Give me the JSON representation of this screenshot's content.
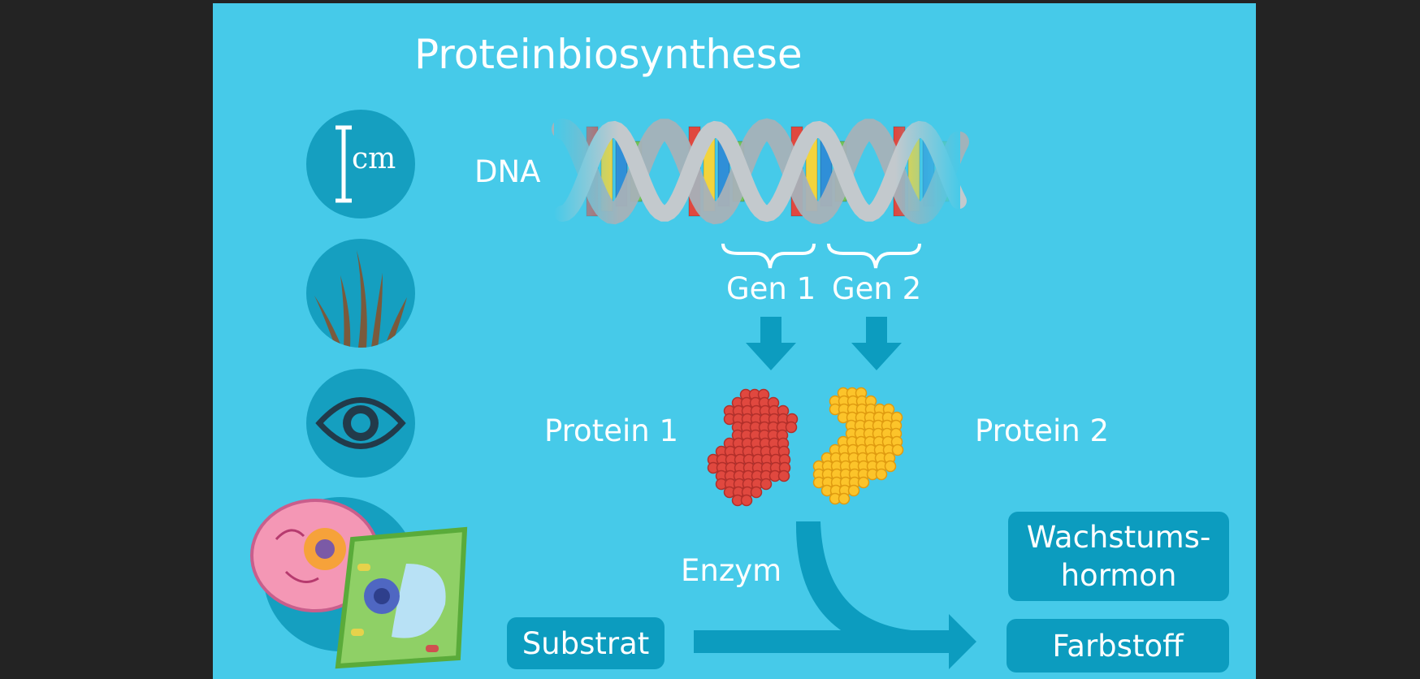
{
  "title": "Proteinbiosynthese",
  "icons": {
    "ruler_unit": "cm",
    "items": [
      "ruler-icon",
      "fur-icon",
      "eye-icon",
      "cells-icon"
    ]
  },
  "diagram": {
    "dna_label": "DNA",
    "gene_1": "Gen 1",
    "gene_2": "Gen 2",
    "protein_1": "Protein 1",
    "protein_2": "Protein 2",
    "enzyme": "Enzym",
    "substrate": "Substrat",
    "product_1": "Wachstums-\nhormon",
    "product_2": "Farbstoff"
  },
  "colors": {
    "slide_bg": "#46cae9",
    "accent_dark": "#0c9cbf",
    "protein_1": "#e0483f",
    "protein_2": "#fcc42a"
  }
}
